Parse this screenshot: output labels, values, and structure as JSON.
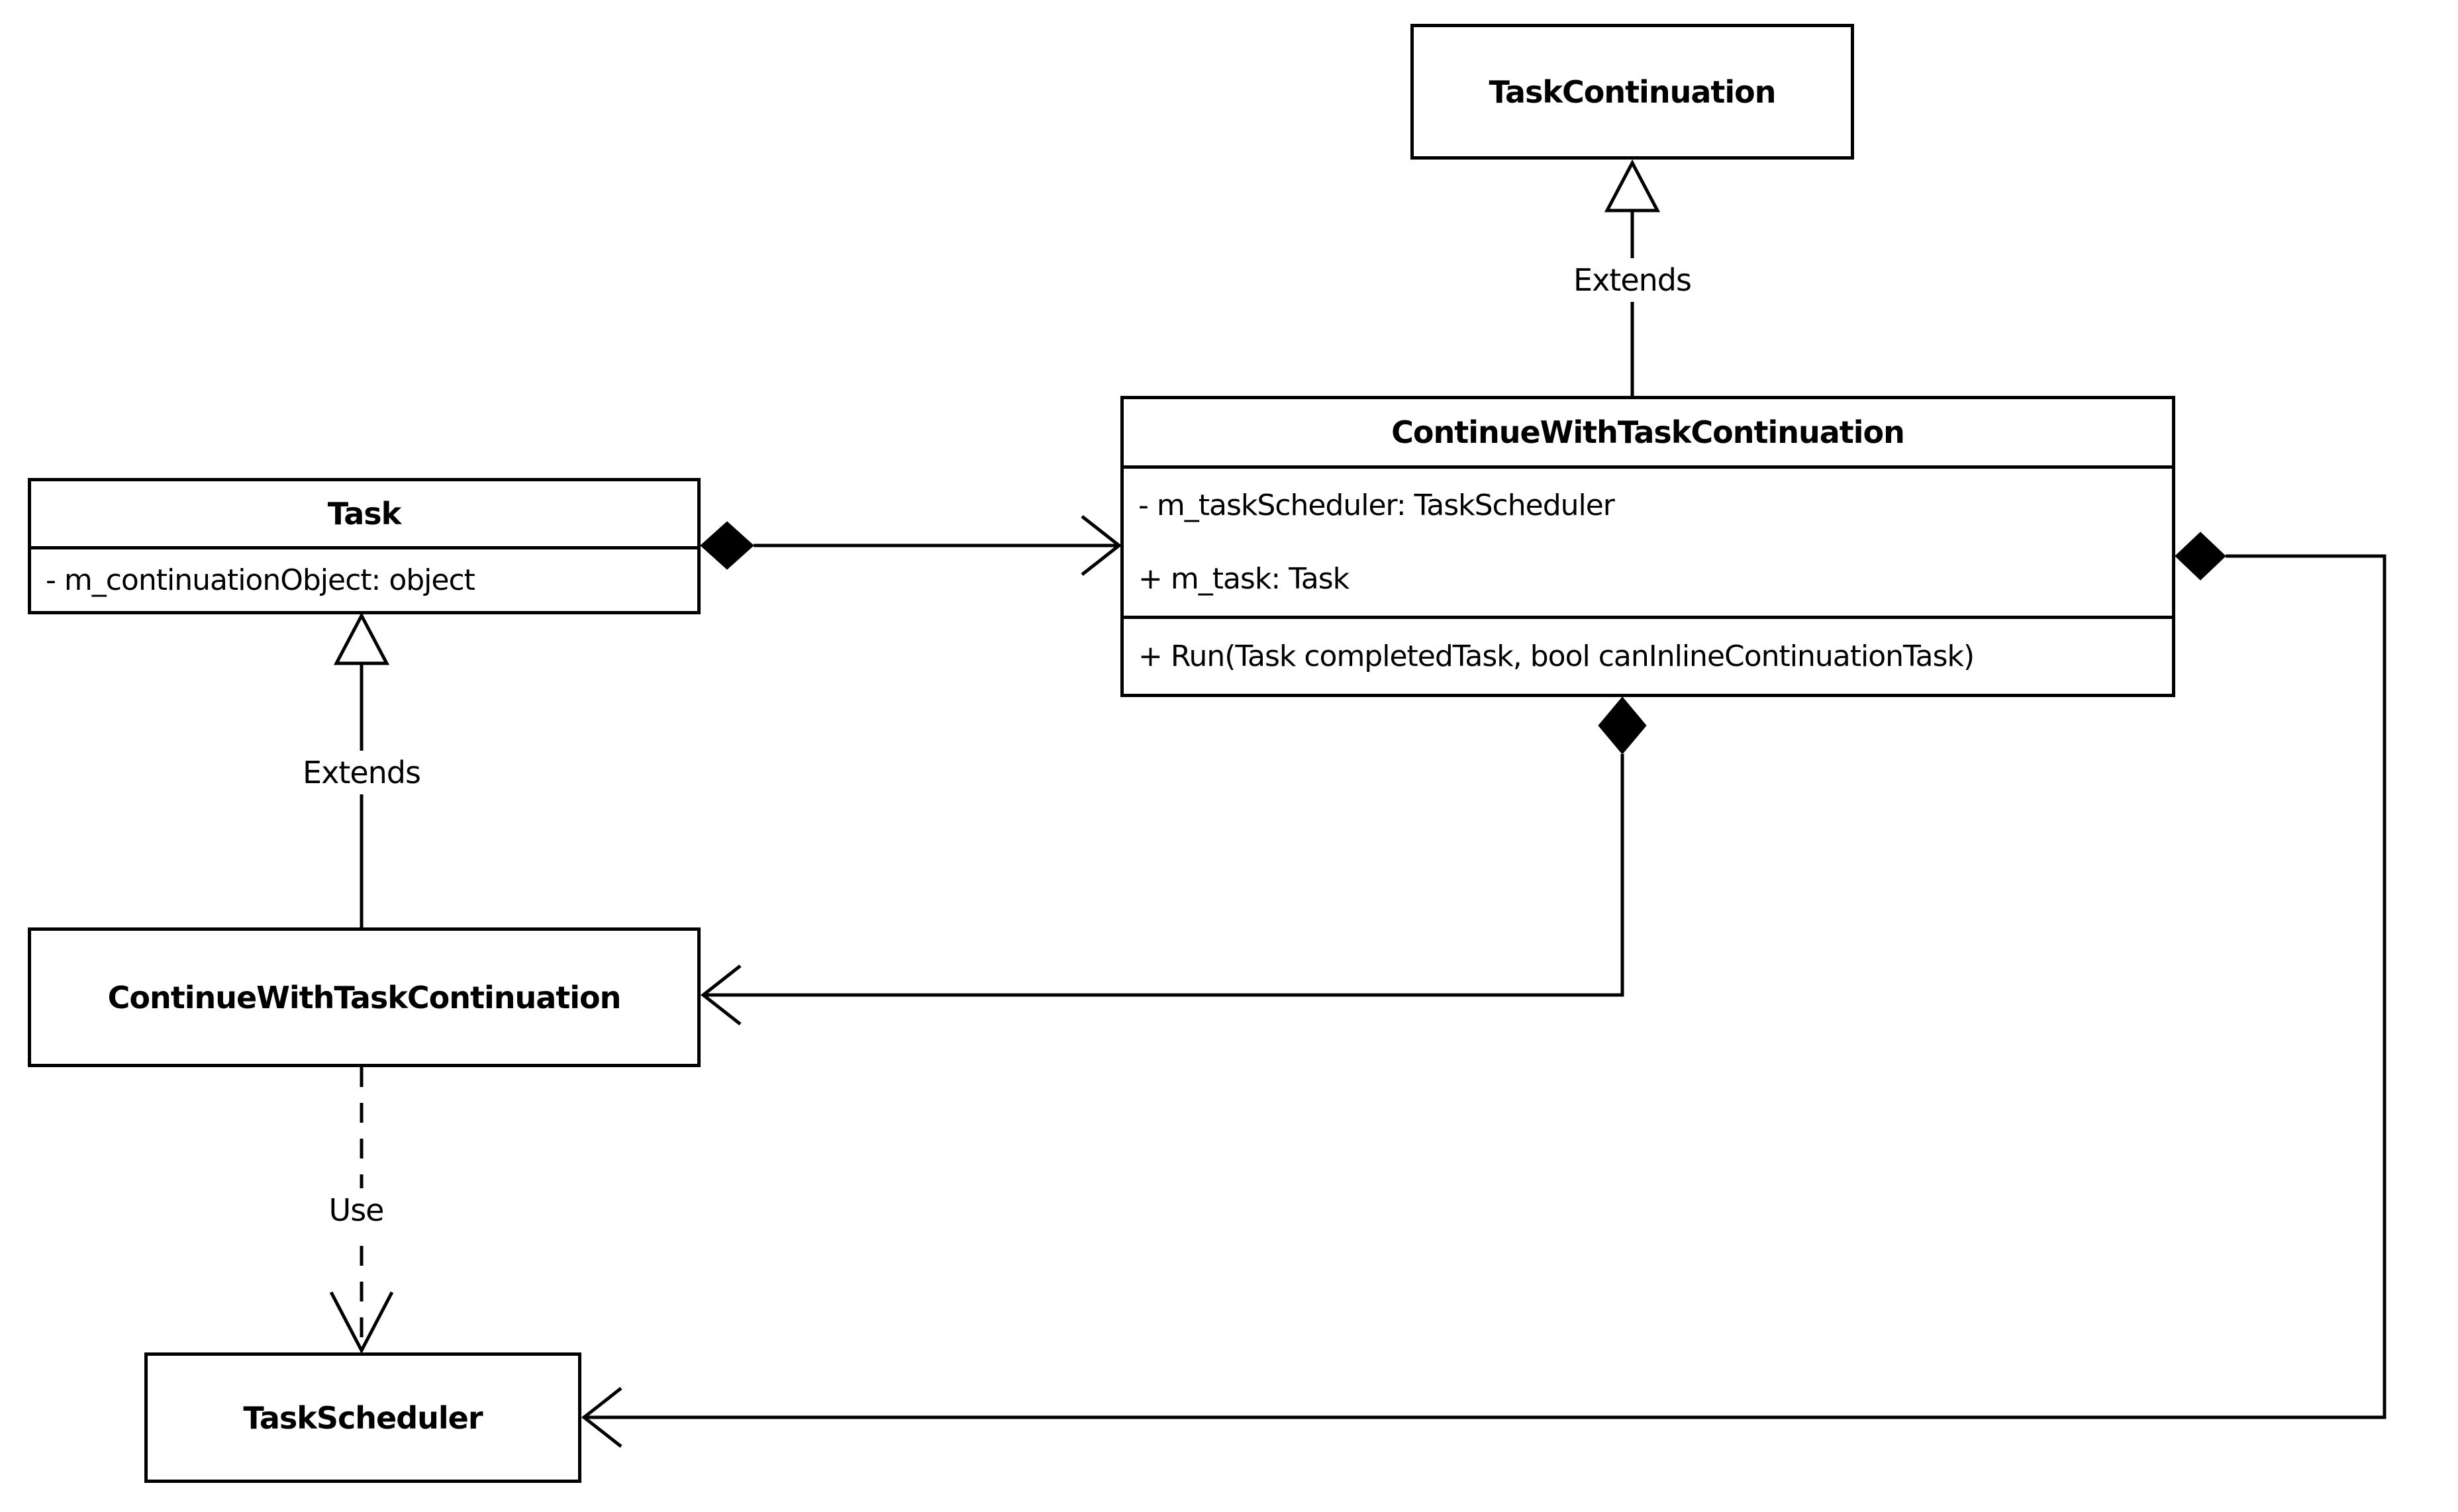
{
  "diagram": {
    "type": "uml-class-diagram",
    "classes": {
      "taskContinuation": {
        "name": "TaskContinuation"
      },
      "continueWithTaskContinuationMain": {
        "name": "ContinueWithTaskContinuation",
        "attributes": [
          "- m_taskScheduler: TaskScheduler",
          "+ m_task: Task"
        ],
        "methods": [
          "+ Run(Task completedTask, bool canInlineContinuationTask)"
        ]
      },
      "task": {
        "name": "Task",
        "attributes": [
          "- m_continuationObject: object"
        ]
      },
      "continueWithTaskContinuationRef": {
        "name": "ContinueWithTaskContinuation"
      },
      "taskScheduler": {
        "name": "TaskScheduler"
      }
    },
    "relationshipLabels": {
      "extendsTop": "Extends",
      "extendsLeft": "Extends",
      "use": "Use"
    },
    "relationships": [
      "ContinueWithTaskContinuation extends TaskContinuation",
      "Task composition association to ContinueWithTaskContinuation",
      "ContinueWithTaskContinuation extends Task",
      "ContinueWithTaskContinuation composition to ContinueWithTaskContinuation",
      "ContinueWithTaskContinuation use TaskScheduler (dashed)",
      "ContinueWithTaskContinuation composition to TaskScheduler"
    ],
    "colors": {
      "line": "#000000",
      "background": "#ffffff",
      "boxFill": "#ffffff",
      "diamondFill": "#000000"
    }
  }
}
